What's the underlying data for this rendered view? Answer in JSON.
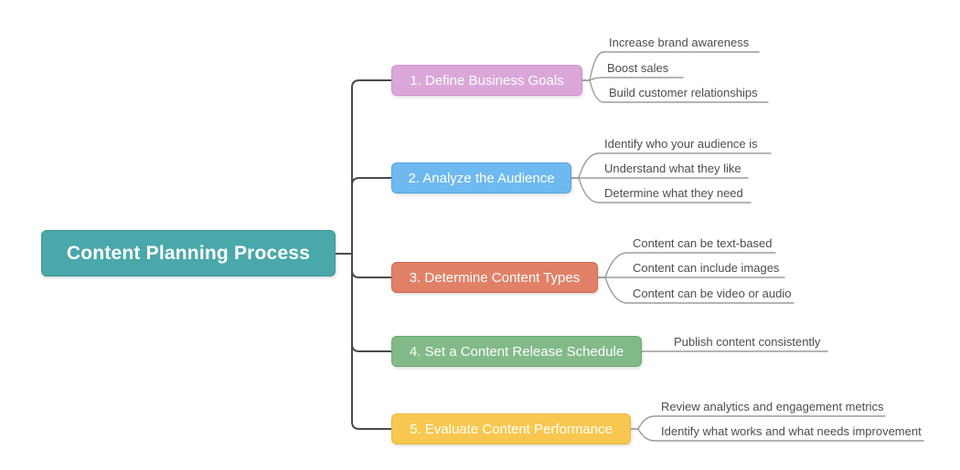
{
  "diagram": {
    "type": "mindmap",
    "root": {
      "label": "Content Planning Process",
      "color": "#4aa8aa"
    },
    "branches": [
      {
        "label": "1. Define Business Goals",
        "color": "#dba6d8",
        "border_color": "#ce92cf",
        "children": [
          "Increase brand awareness",
          "Boost sales",
          "Build customer relationships"
        ]
      },
      {
        "label": "2. Analyze the Audience",
        "color": "#6eb9ef",
        "border_color": "#55a5e0",
        "children": [
          "Identify who your audience is",
          "Understand what they like",
          "Determine what they need"
        ]
      },
      {
        "label": "3. Determine Content Types",
        "color": "#e08167",
        "border_color": "#d06a4f",
        "children": [
          "Content can be text-based",
          "Content can include images",
          "Content can be video or audio"
        ]
      },
      {
        "label": "4. Set a Content Release Schedule",
        "color": "#82ba89",
        "border_color": "#6ca876",
        "children": [
          "Publish content consistently"
        ]
      },
      {
        "label": "5. Evaluate Content Performance",
        "color": "#f8c74f",
        "border_color": "#eab83c",
        "children": [
          "Review analytics and engagement metrics",
          "Identify what works and what needs improvement"
        ]
      }
    ],
    "connector_colors": {
      "trunk": "#4a4a4a",
      "leaf": "#9c9c9c"
    },
    "text_colors": {
      "topic_text": "#ffffff",
      "leaf_text": "#4d4d4d"
    }
  }
}
